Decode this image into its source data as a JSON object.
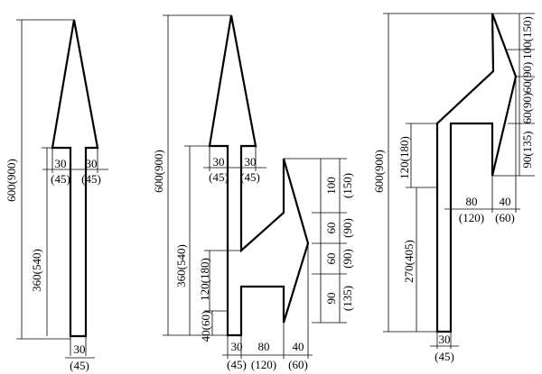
{
  "diagrams": [
    {
      "name": "straight-arrow",
      "height": "600(900)",
      "stem_height": "360(540)",
      "head_left_top": "30",
      "head_left_bottom": "(45)",
      "head_right_top": "30",
      "head_right_bottom": "(45)",
      "stem_width_top": "30",
      "stem_width_bottom": "(45)"
    },
    {
      "name": "straight-and-right-arrow",
      "height": "600(900)",
      "stem_height": "360(540)",
      "branch_height": "120(180)",
      "base_gap": "40(60)",
      "head_left_top": "30",
      "head_left_bottom": "(45)",
      "head_right_top": "30",
      "head_right_bottom": "(45)",
      "stem_width_top": "30",
      "stem_width_bottom": "(45)",
      "offset_top": "80",
      "offset_bottom": "(120)",
      "head_depth_top": "40",
      "head_depth_bottom": "(60)",
      "right_1_top": "100",
      "right_1_bottom": "(150)",
      "right_2_top": "60",
      "right_2_bottom": "(90)",
      "right_3_top": "60",
      "right_3_bottom": "(90)",
      "right_4_top": "90",
      "right_4_bottom": "(135)"
    },
    {
      "name": "turn-right-arrow",
      "height": "600(900)",
      "diagonal_height": "120(180)",
      "stem_height": "270(405)",
      "offset_top": "80",
      "offset_bottom": "(120)",
      "head_depth_top": "40",
      "head_depth_bottom": "(60)",
      "stem_width_top": "30",
      "stem_width_bottom": "(45)",
      "right_1": "100(150)",
      "right_2": "60(90)",
      "right_3": "60(90)",
      "right_4": "90(135)"
    }
  ]
}
